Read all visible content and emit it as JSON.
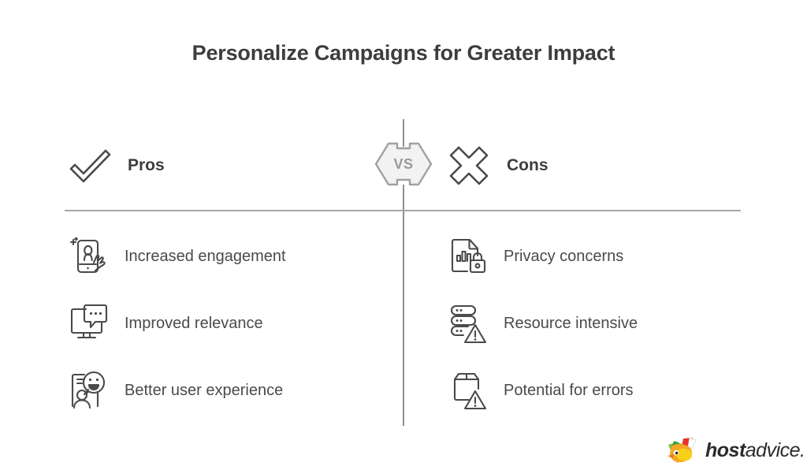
{
  "title": "Personalize Campaigns for Greater Impact",
  "divider": {
    "vs_label": "VS"
  },
  "columns": {
    "pros": {
      "heading": "Pros",
      "icon": "checkmark-icon",
      "items": [
        {
          "label": "Increased engagement",
          "icon": "phone-person-touch-icon"
        },
        {
          "label": "Improved relevance",
          "icon": "monitor-chat-bubble-icon"
        },
        {
          "label": "Better user experience",
          "icon": "person-smiley-bubble-icon"
        }
      ]
    },
    "cons": {
      "heading": "Cons",
      "icon": "cross-x-icon",
      "items": [
        {
          "label": "Privacy concerns",
          "icon": "document-chart-lock-icon"
        },
        {
          "label": "Resource intensive",
          "icon": "server-warning-icon"
        },
        {
          "label": "Potential for errors",
          "icon": "box-warning-icon"
        }
      ]
    }
  },
  "logo": {
    "host": "host",
    "advice": "advice."
  },
  "colors": {
    "title": "#3d3d3d",
    "body_text": "#4a4a4a",
    "icon_stroke": "#4a4a4a",
    "divider": "#a8a8a8",
    "vs_fill": "#f2f2f2",
    "vs_stroke": "#a0a0a0",
    "background": "#ffffff"
  }
}
